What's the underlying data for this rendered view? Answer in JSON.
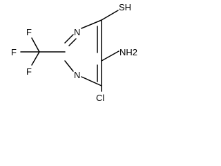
{
  "molecule": {
    "atoms": {
      "sh": "SH",
      "n_upper": "N",
      "n_lower": "N",
      "nh2": "NH2",
      "cl": "Cl",
      "f_top": "F",
      "f_left": "F",
      "f_bottom": "F"
    }
  }
}
